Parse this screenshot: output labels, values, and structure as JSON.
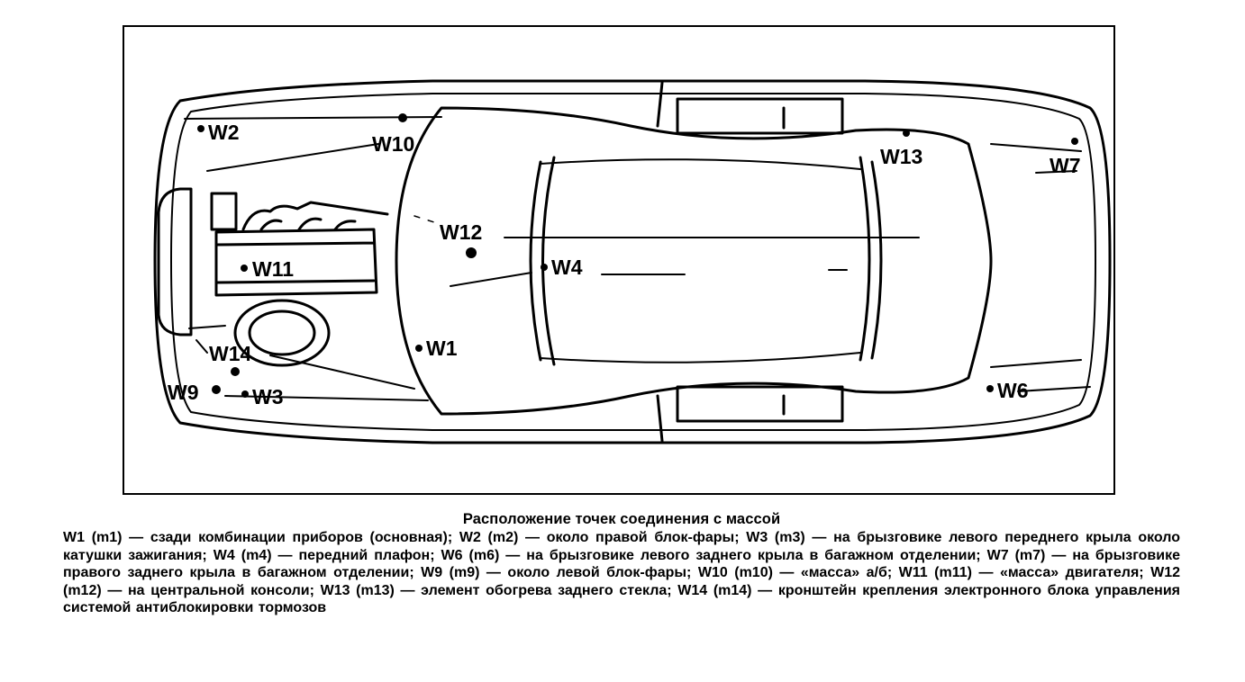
{
  "figure": {
    "labels": {
      "w1": "W1",
      "w2": "W2",
      "w3": "W3",
      "w4": "W4",
      "w6": "W6",
      "w7": "W7",
      "w9": "W9",
      "w10": "W10",
      "w11": "W11",
      "w12": "W12",
      "w13": "W13",
      "w14": "W14"
    }
  },
  "caption": {
    "title": "Расположение точек соединения с массой",
    "body": "W1 (m1) — сзади комбинации приборов (основная); W2 (m2) — около правой блок-фары; W3 (m3) — на брызговике левого переднего крыла около катушки зажигания; W4 (m4) — передний плафон; W6 (m6) — на брызговике левого заднего крыла в багажном отделении; W7 (m7) — на брызговике правого заднего крыла в багажном отделении; W9 (m9) — около левой блок-фары; W10 (m10) — «масса» а/б; W11 (m11) — «масса» двигателя; W12 (m12) — на центральной консоли; W13 (m13) — элемент обогрева заднего стекла; W14 (m14) — кронштейн крепления электронного блока управления системой антиблокировки тормозов"
  }
}
